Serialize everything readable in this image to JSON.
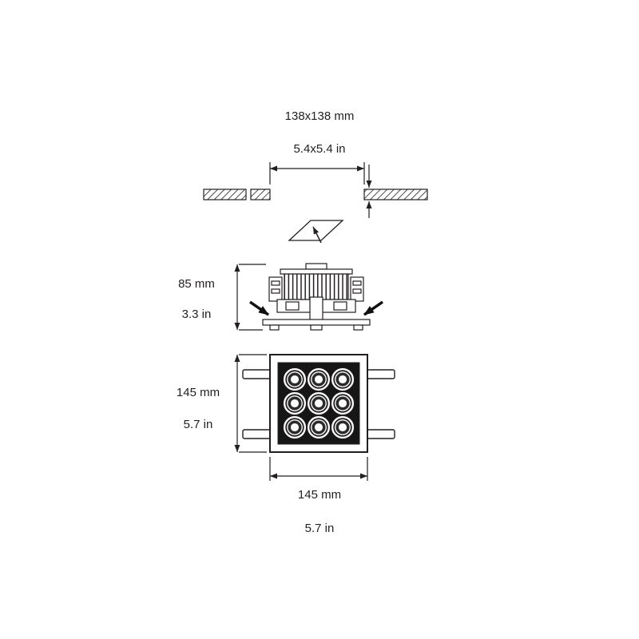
{
  "page": {
    "title": "Recessed square LED downlight dimension drawing",
    "background_color": "#ffffff",
    "ink_color": "#231f20",
    "lamp_panel_color": "#161616"
  },
  "cutout": {
    "size_mm": "138x138 mm",
    "size_in": "5.4x5.4 in"
  },
  "side_view": {
    "height_mm": "85 mm",
    "height_in": "3.3 in"
  },
  "front_view": {
    "size_mm": "145 mm",
    "size_in": "5.7 in",
    "width_mm": "145 mm",
    "width_in": "5.7 in",
    "lamp_rows": 3,
    "lamp_cols": 3
  }
}
